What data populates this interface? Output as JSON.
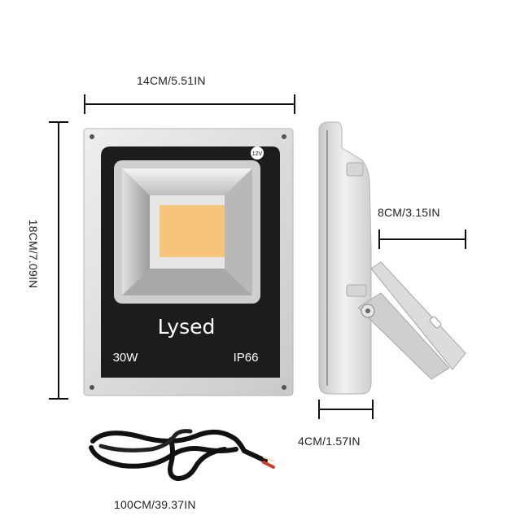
{
  "dimensions": {
    "width": "14CM/5.51IN",
    "height": "18CM/7.09IN",
    "depth_body": "8CM/3.15IN",
    "depth_base": "4CM/1.57IN",
    "cable_length": "100CM/39.37IN"
  },
  "product": {
    "brand": "Lysed",
    "power": "30W",
    "rating": "IP66",
    "voltage_badge": "12V"
  },
  "colors": {
    "housing": "#d9d9d9",
    "panel": "#1c1c1c",
    "led_chip": "#f6c47a",
    "cable_red": "#d33b2b"
  }
}
